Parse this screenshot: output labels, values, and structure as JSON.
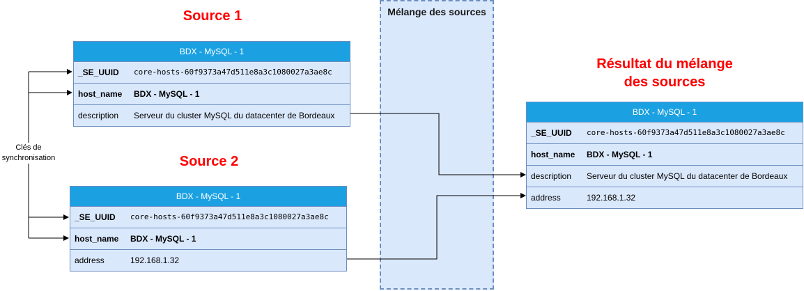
{
  "merge_zone": {
    "title": "Mélange des sources"
  },
  "sync_keys_label": "Clés de synchronisation",
  "source1": {
    "heading": "Source 1",
    "table_title": "BDX - MySQL - 1",
    "rows": [
      {
        "key": "_SE_UUID",
        "value": "core-hosts-60f9373a47d511e8a3c1080027a3ae8c"
      },
      {
        "key": "host_name",
        "value": "BDX - MySQL - 1"
      },
      {
        "key": "description",
        "value": "Serveur du cluster MySQL du datacenter de Bordeaux"
      }
    ]
  },
  "source2": {
    "heading": "Source 2",
    "table_title": "BDX - MySQL - 1",
    "rows": [
      {
        "key": "_SE_UUID",
        "value": "core-hosts-60f9373a47d511e8a3c1080027a3ae8c"
      },
      {
        "key": "host_name",
        "value": "BDX - MySQL - 1"
      },
      {
        "key": "address",
        "value": "192.168.1.32"
      }
    ]
  },
  "result": {
    "heading_line1": "Résultat du mélange",
    "heading_line2": "des sources",
    "table_title": "BDX - MySQL - 1",
    "rows": [
      {
        "key": "_SE_UUID",
        "value": "core-hosts-60f9373a47d511e8a3c1080027a3ae8c"
      },
      {
        "key": "host_name",
        "value": "BDX - MySQL - 1"
      },
      {
        "key": "description",
        "value": "Serveur du cluster MySQL du datacenter de Bordeaux"
      },
      {
        "key": "address",
        "value": "192.168.1.32"
      }
    ]
  },
  "colors": {
    "header_fill": "#1ba1e2",
    "row_fill": "#dae8fc",
    "border": "#6c8ebf",
    "heading_text": "#ff0000"
  }
}
